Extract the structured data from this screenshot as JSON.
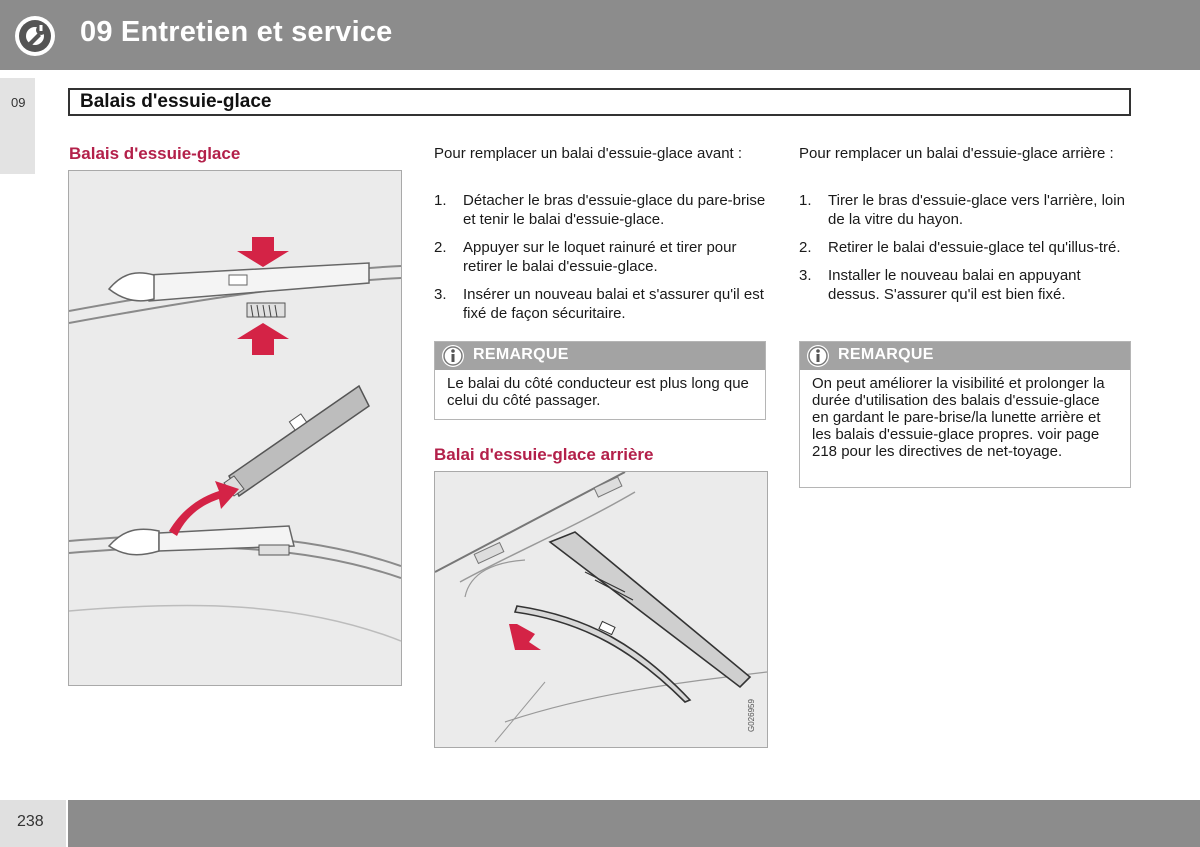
{
  "header": {
    "title": "09 Entretien et service",
    "icon": "wrench-gear-icon"
  },
  "side_tab": {
    "label": "09"
  },
  "section": {
    "title": "Balais d'essuie-glace"
  },
  "left": {
    "heading": "Balais d'essuie-glace",
    "figure": "front-wiper-illustration"
  },
  "middle": {
    "intro": "Pour remplacer un balai d'essuie-glace avant :",
    "steps": [
      {
        "num": "1.",
        "text": "Détacher le bras d'essuie-glace du pare-brise et tenir le balai d'essuie-glace."
      },
      {
        "num": "2.",
        "text": "Appuyer sur le loquet rainuré et tirer pour retirer le balai d'essuie-glace."
      },
      {
        "num": "3.",
        "text": "Insérer un nouveau balai et s'assurer qu'il est fixé de façon sécuritaire."
      }
    ],
    "note": {
      "label": "REMARQUE",
      "text": "Le balai du côté conducteur est plus long que celui du côté passager.",
      "icon": "info-icon"
    },
    "rear_heading": "Balai d'essuie-glace arrière",
    "rear_figure_code": "G026959"
  },
  "right": {
    "intro": "Pour remplacer un balai d'essuie-glace arrière :",
    "steps": [
      {
        "num": "1.",
        "text": "Tirer le bras d'essuie-glace vers l'arrière, loin de la vitre du hayon."
      },
      {
        "num": "2.",
        "text": "Retirer le balai d'essuie-glace tel qu'illus-tré."
      },
      {
        "num": "3.",
        "text": "Installer le nouveau balai en appuyant dessus. S'assurer qu'il est bien fixé."
      }
    ],
    "note": {
      "label": "REMARQUE",
      "text": "On peut améliorer la visibilité et prolonger la durée d'utilisation des balais d'essuie-glace en gardant le pare-brise/la lunette arrière et les balais d'essuie-glace propres. voir page 218 pour les directives de net-toyage.",
      "icon": "info-icon"
    }
  },
  "footer": {
    "page": "238"
  },
  "colors": {
    "header_gray": "#8c8c8c",
    "accent_red": "#b3204a",
    "arrow_red": "#d42346",
    "note_gray": "#a3a3a3"
  }
}
